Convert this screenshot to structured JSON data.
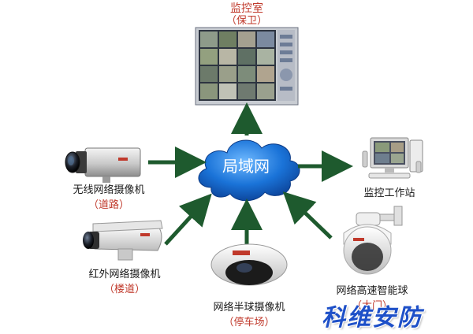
{
  "monitor_room": {
    "title": "监控室",
    "subtitle": "（保卫）"
  },
  "network": {
    "label": "局域网"
  },
  "workstation": {
    "label": "监控工作站"
  },
  "wireless_camera": {
    "label": "无线网络摄像机",
    "location": "（道路）"
  },
  "infrared_camera": {
    "label": "红外网络摄像机",
    "location": "（楼道）"
  },
  "dome_camera": {
    "label": "网络半球摄像机",
    "location": "（停车场）"
  },
  "speed_dome": {
    "label": "网络高速智能球",
    "location": "（大门）"
  },
  "watermark": "科维安防",
  "colors": {
    "arrow": "#1e5a2e",
    "cloud_fill": "#1a73d8",
    "cloud_light": "#4aa3ff",
    "location_text": "#c0392b",
    "watermark": "#1e50c8"
  }
}
